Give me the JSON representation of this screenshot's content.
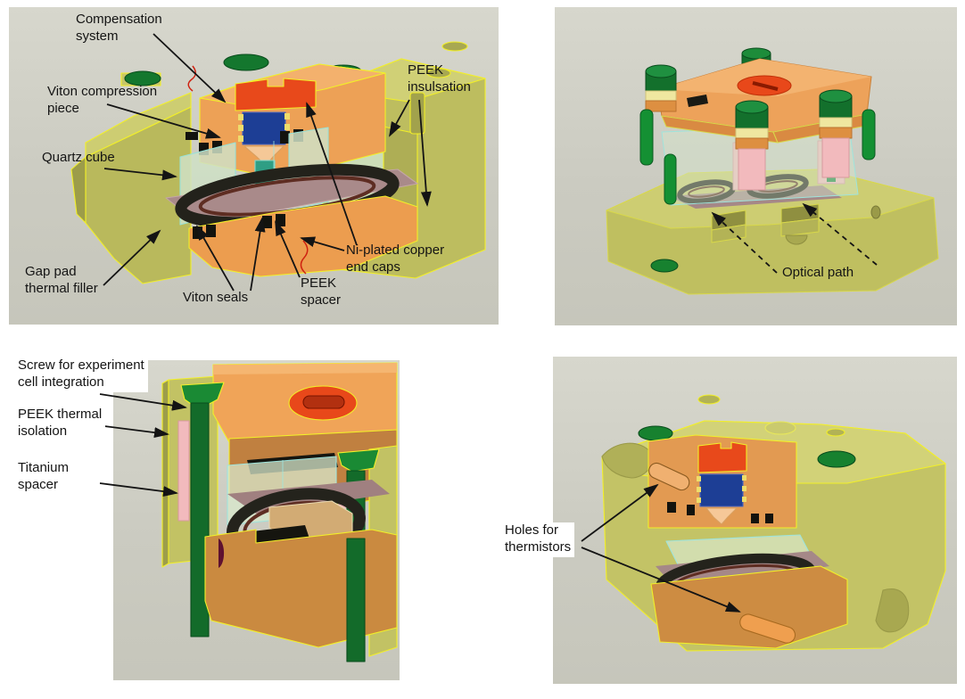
{
  "figure": {
    "description": "Four CAD views of an experiment cell assembly with annotations",
    "colors": {
      "panel_background": "#cbcbc1",
      "peek_body_khaki": "#bfbf60",
      "edge_highlight_yellow": "#f2ef28",
      "copper_orange": "#eda156",
      "compensation_red": "#e8491b",
      "screw_green": "#168030",
      "viton_blue": "#1d3e95",
      "quartz_translucent": "#cfe0c5",
      "gasket_dark": "#23221b",
      "gasket_red_brown": "#5e2d22",
      "pink_peek": "#f2babd",
      "cream_ring": "#efe7a0",
      "annotation_black": "#141414",
      "squiggle_red": "#cf2210"
    },
    "panels": [
      {
        "id": "top-left",
        "view": "cross-section of experiment cell, annotated",
        "labels": {
          "compensation_system": "Compensation\nsystem",
          "viton_compression_piece": "Viton compression\npiece",
          "quartz_cube": "Quartz cube",
          "peek_insulsation": "PEEK\ninsulsation",
          "gap_pad_thermal_filler": "Gap pad\nthermal filler",
          "viton_seals": "Viton seals",
          "peek_spacer": "PEEK\nspacer",
          "ni_plated_copper_end_caps": "Ni-plated copper\nend caps"
        }
      },
      {
        "id": "top-right",
        "view": "assembled experiment cell, external view",
        "labels": {
          "optical_path": "Optical path"
        }
      },
      {
        "id": "bottom-left",
        "view": "corner cutaway detail of cell mounting",
        "labels": {
          "screw_for_experiment_cell_integration": "Screw for experiment\ncell integration",
          "peek_thermal_isolation": "PEEK thermal\nisolation",
          "titanium_spacer": "Titanium\nspacer"
        }
      },
      {
        "id": "bottom-right",
        "view": "cross-section showing thermistor holes",
        "labels": {
          "holes_for_thermistors": "Holes for\nthermistors"
        }
      }
    ]
  }
}
